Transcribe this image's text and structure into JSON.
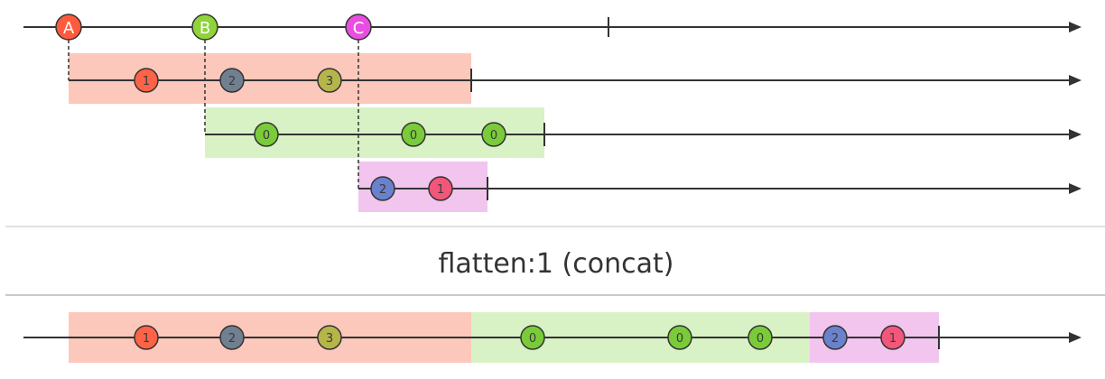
{
  "operator_label": "flatten:1 (concat)",
  "colors": {
    "line": "#333333",
    "band_a": "#fbc8bb",
    "band_b": "#d8f2c5",
    "band_c": "#f1c5ee",
    "marble_A": "#ff5a3c",
    "marble_B": "#8fd43a",
    "marble_C": "#e94ee0",
    "marble_1": "#ff6347",
    "marble_2": "#708090",
    "marble_3": "#b5b54a",
    "marble_0": "#7acb3a",
    "marble_2c": "#6a81cc",
    "marble_1c": "#f2567a"
  },
  "source": {
    "marbles": [
      {
        "label": "A",
        "color_key": "marble_A"
      },
      {
        "label": "B",
        "color_key": "marble_B"
      },
      {
        "label": "C",
        "color_key": "marble_C"
      }
    ]
  },
  "inner_a": {
    "marbles": [
      {
        "label": "1",
        "color_key": "marble_1"
      },
      {
        "label": "2",
        "color_key": "marble_2"
      },
      {
        "label": "3",
        "color_key": "marble_3"
      }
    ]
  },
  "inner_b": {
    "marbles": [
      {
        "label": "0",
        "color_key": "marble_0"
      },
      {
        "label": "0",
        "color_key": "marble_0"
      },
      {
        "label": "0",
        "color_key": "marble_0"
      }
    ]
  },
  "inner_c": {
    "marbles": [
      {
        "label": "2",
        "color_key": "marble_2c"
      },
      {
        "label": "1",
        "color_key": "marble_1c"
      }
    ]
  },
  "output": {
    "marbles": [
      {
        "label": "1",
        "color_key": "marble_1"
      },
      {
        "label": "2",
        "color_key": "marble_2"
      },
      {
        "label": "3",
        "color_key": "marble_3"
      },
      {
        "label": "0",
        "color_key": "marble_0"
      },
      {
        "label": "0",
        "color_key": "marble_0"
      },
      {
        "label": "0",
        "color_key": "marble_0"
      },
      {
        "label": "2",
        "color_key": "marble_2c"
      },
      {
        "label": "1",
        "color_key": "marble_1c"
      }
    ]
  }
}
